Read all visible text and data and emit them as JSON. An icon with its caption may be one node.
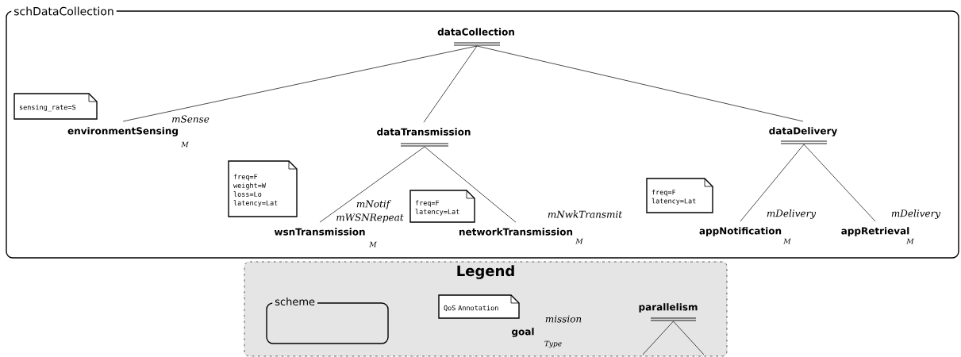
{
  "diagram": {
    "nodes": [
      {
        "text": [
          "schDataCollection"
        ]
      },
      {
        "text": [
          "dataCollection"
        ],
        "in": 0
      },
      {
        "text": [
          "sensing_rate=S"
        ],
        "in": 0
      },
      {
        "text": [
          "environmentSensing"
        ],
        "beside": [
          "mSense",
          "M"
        ],
        "in": 0
      },
      {
        "text": [
          "dataTransmission"
        ],
        "in": 0
      },
      {
        "text": [
          "freq=F",
          "weight=W",
          "loss=Lo",
          "latency=Lat"
        ],
        "in": 0
      },
      {
        "text": [
          "wsnTransmission"
        ],
        "beside": [
          "mNotif",
          "mWSNRepeat",
          "M"
        ],
        "in": 0
      },
      {
        "text": [
          "freq=F",
          "latency=Lat"
        ],
        "in": 0
      },
      {
        "text": [
          "networkTransmission"
        ],
        "beside": [
          "mNwkTransmit",
          "M"
        ],
        "in": 0
      },
      {
        "text": [
          "dataDelivery"
        ],
        "in": 0
      },
      {
        "text": [
          "freq=F",
          "latency=Lat"
        ],
        "in": 0
      },
      {
        "text": [
          "appNotification"
        ],
        "beside": [
          "mDelivery",
          "M"
        ],
        "in": 0
      },
      {
        "text": [
          "appRetrieval"
        ],
        "beside": [
          "mDelivery",
          "M"
        ],
        "in": 0
      },
      {
        "text": [
          "Legend"
        ]
      },
      {
        "text": [
          "scheme"
        ],
        "in": 13
      },
      {
        "text": [
          "QoS Annotation"
        ],
        "in": 13
      },
      {
        "text": [
          "goal"
        ],
        "beside": [
          "mission",
          "Type"
        ],
        "in": 13
      },
      {
        "text": [
          "parallelism"
        ],
        "in": 13
      }
    ],
    "edges": [
      {
        "from": 1,
        "to": 3,
        "arrow": "none"
      },
      {
        "from": 1,
        "to": 4,
        "arrow": "none"
      },
      {
        "from": 1,
        "to": 9,
        "arrow": "none"
      },
      {
        "from": 4,
        "to": 6,
        "arrow": "none"
      },
      {
        "from": 4,
        "to": 8,
        "arrow": "none"
      },
      {
        "from": 9,
        "to": 11,
        "arrow": "none"
      },
      {
        "from": 9,
        "to": 12,
        "arrow": "none"
      },
      {
        "from": 17,
        "to": null,
        "arrow": "none"
      },
      {
        "from": 17,
        "to": null,
        "arrow": "none"
      }
    ]
  }
}
